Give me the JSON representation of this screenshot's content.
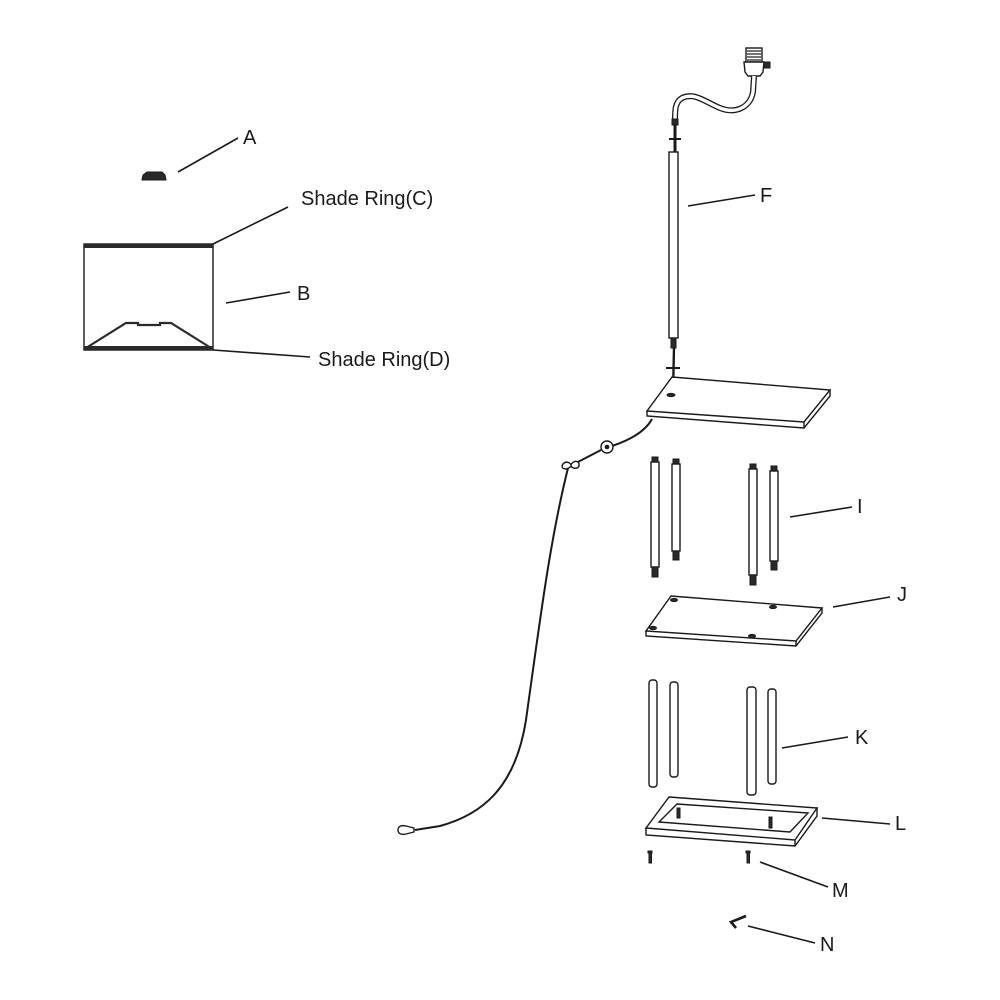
{
  "title": "Floor lamp with shelves - parts assembly diagram",
  "labels": {
    "a": "A",
    "c": "Shade Ring(C)",
    "b": "B",
    "d": "Shade Ring(D)",
    "f": "F",
    "i": "I",
    "j": "J",
    "k": "K",
    "l": "L",
    "m": "M",
    "n": "N"
  },
  "colors": {
    "ink": "#1a1a1a",
    "background": "#ffffff"
  }
}
